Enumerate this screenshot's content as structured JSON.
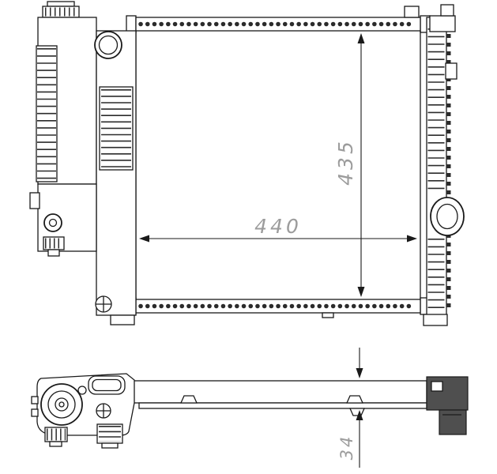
{
  "drawing": {
    "dimensions": {
      "width": {
        "value": "440"
      },
      "height": {
        "value": "435"
      },
      "depth": {
        "value": "34"
      }
    },
    "colors": {
      "line": "#1a1a1a",
      "dimension_text": "#9c9c9c",
      "bracket_fill": "#4f4f4f",
      "background": "#ffffff"
    }
  }
}
